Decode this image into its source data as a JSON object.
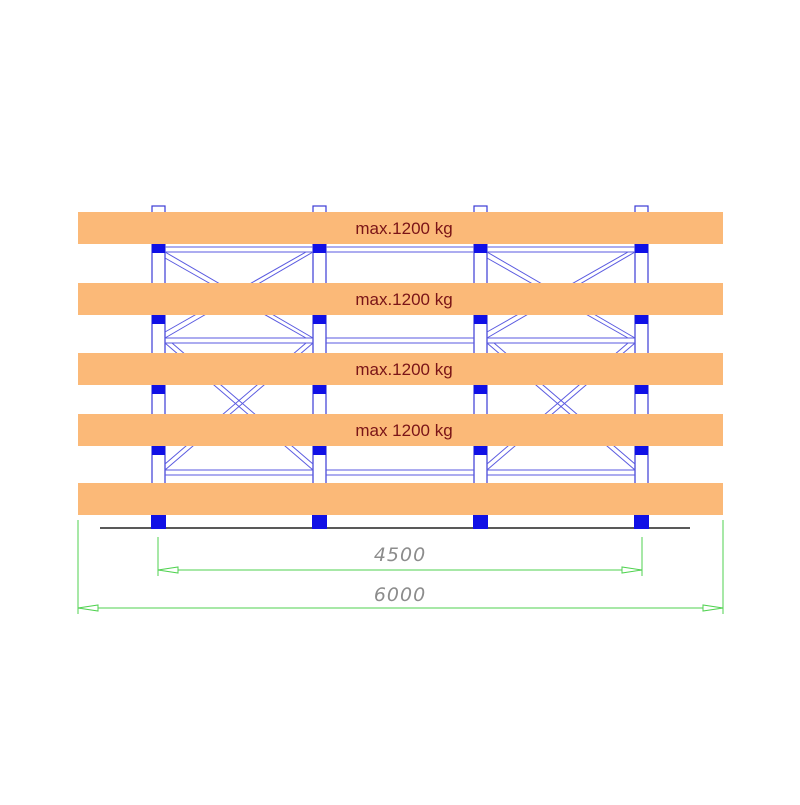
{
  "colors": {
    "background": "#ffffff",
    "load_board": "#fbb978",
    "upright_outline": "#3b3bd6",
    "arm_block": "#1010e6",
    "bracing": "#5a5ae0",
    "floor_line": "#222222",
    "dimension": "#4fd24f",
    "load_text": "#7a1417",
    "dimension_text": "#8c8c8c"
  },
  "levels": [
    {
      "label": "max.1200 kg"
    },
    {
      "label": "max.1200 kg"
    },
    {
      "label": "max.1200 kg"
    },
    {
      "label": "max 1200 kg"
    },
    {
      "label": ""
    }
  ],
  "dimensions": {
    "inner": {
      "label": "4500"
    },
    "outer": {
      "label": "6000"
    }
  }
}
